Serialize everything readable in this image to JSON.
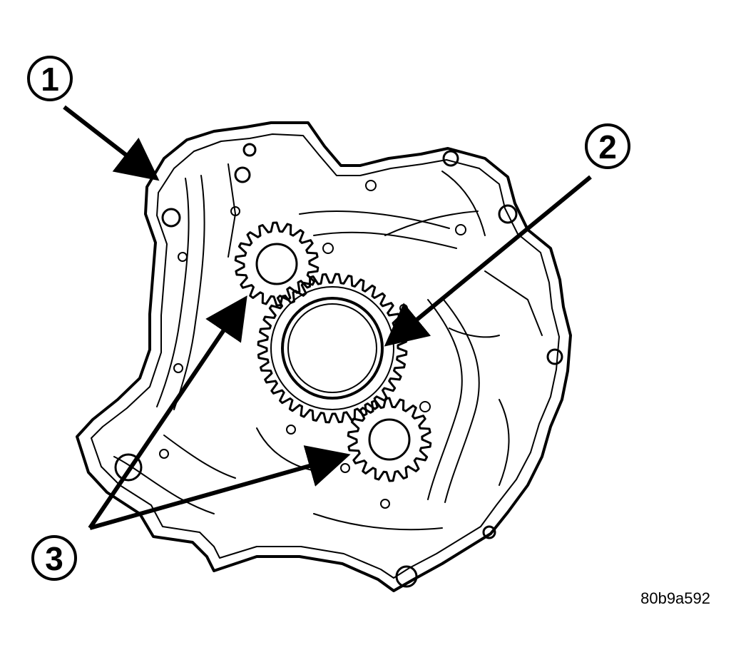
{
  "callouts": [
    {
      "id": "1",
      "label": "1"
    },
    {
      "id": "2",
      "label": "2"
    },
    {
      "id": "3",
      "label": "3"
    }
  ],
  "figure_code": "80b9a592",
  "colors": {
    "ink": "#000000",
    "paper": "#ffffff"
  }
}
